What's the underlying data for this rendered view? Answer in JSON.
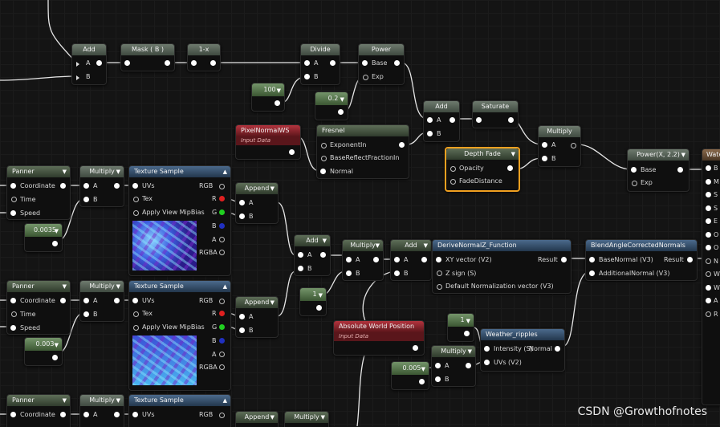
{
  "nodes": {
    "add1": {
      "title": "Add",
      "in_a": "A",
      "in_b": "B"
    },
    "mask": {
      "title": "Mask ( B )"
    },
    "oneminus": {
      "title": "1-x"
    },
    "divide": {
      "title": "Divide",
      "in_a": "A",
      "in_b": "B"
    },
    "power": {
      "title": "Power",
      "in_base": "Base",
      "in_exp": "Exp"
    },
    "const100": {
      "value": "100"
    },
    "const02": {
      "value": "0.2"
    },
    "add2": {
      "title": "Add",
      "in_a": "A",
      "in_b": "B"
    },
    "saturate": {
      "title": "Saturate"
    },
    "multiply1": {
      "title": "Multiply",
      "in_a": "A",
      "in_b": "B"
    },
    "pixelnormal": {
      "title": "PixelNormalWS",
      "sub": "Input Data"
    },
    "fresnel": {
      "title": "Fresnel",
      "p1": "ExponentIn",
      "p2": "BaseReflectFractionIn",
      "p3": "Normal"
    },
    "depthfade": {
      "title": "Depth Fade",
      "p1": "Opacity",
      "p2": "FadeDistance"
    },
    "power22": {
      "title": "Power(X, 2.2)",
      "in_base": "Base",
      "in_exp": "Exp"
    },
    "water": {
      "title": "Wate"
    },
    "panner1": {
      "title": "Panner",
      "p1": "Coordinate",
      "p2": "Time",
      "p3": "Speed"
    },
    "multiply2": {
      "title": "Multiply",
      "in_a": "A",
      "in_b": "B"
    },
    "tex1": {
      "title": "Texture Sample",
      "uvs": "UVs",
      "tex": "Tex",
      "mip": "Apply View MipBias",
      "rgb": "RGB",
      "r": "R",
      "g": "G",
      "b": "B",
      "a": "A",
      "rgba": "RGBA"
    },
    "append1": {
      "title": "Append",
      "in_a": "A",
      "in_b": "B"
    },
    "const0035": {
      "value": "0.0035"
    },
    "add3": {
      "title": "Add",
      "in_a": "A",
      "in_b": "B"
    },
    "multiply3": {
      "title": "Multiply",
      "in_a": "A",
      "in_b": "B"
    },
    "add4": {
      "title": "Add",
      "in_a": "A",
      "in_b": "B"
    },
    "derive": {
      "title": "DeriveNormalZ_Function",
      "p1": "XY vector (V2)",
      "p2": "Z sign (S)",
      "p3": "Default Normalization vector (V3)",
      "out": "Result"
    },
    "blend": {
      "title": "BlendAngleCorrectedNormals",
      "p1": "BaseNormal (V3)",
      "p2": "AdditionalNormal (V3)",
      "out": "Result"
    },
    "panner2": {
      "title": "Panner",
      "p1": "Coordinate",
      "p2": "Time",
      "p3": "Speed"
    },
    "multiply4": {
      "title": "Multiply",
      "in_a": "A",
      "in_b": "B"
    },
    "tex2": {
      "title": "Texture Sample",
      "uvs": "UVs",
      "tex": "Tex",
      "mip": "Apply View MipBias",
      "rgb": "RGB",
      "r": "R",
      "g": "G",
      "b": "B",
      "a": "A",
      "rgba": "RGBA"
    },
    "append2": {
      "title": "Append",
      "in_a": "A",
      "in_b": "B"
    },
    "const1a": {
      "value": "1"
    },
    "const0003": {
      "value": "0.003"
    },
    "absworld": {
      "title": "Absolute World Position",
      "sub": "Input Data"
    },
    "const1b": {
      "value": "1"
    },
    "multiply5": {
      "title": "Multiply",
      "in_a": "A",
      "in_b": "B"
    },
    "const0005": {
      "value": "0.005"
    },
    "ripples": {
      "title": "Weather_ripples",
      "p1": "Intensity (S)",
      "p1out": "Normal",
      "p2": "UVs (V2)"
    },
    "panner3": {
      "title": "Panner",
      "p1": "Coordinate"
    },
    "multiply6": {
      "title": "Multiply",
      "in_a": "A"
    },
    "tex3": {
      "title": "Texture Sample",
      "uvs": "UVs",
      "rgb": "RGB"
    },
    "append3": {
      "title": "Append"
    },
    "multiply7": {
      "title": "Multiply"
    }
  },
  "water_pins": [
    "B",
    "M",
    "S",
    "S",
    "E",
    "O",
    "O",
    "N",
    "W",
    "W",
    "A",
    "R"
  ],
  "watermark": "CSDN @Growthofnotes"
}
